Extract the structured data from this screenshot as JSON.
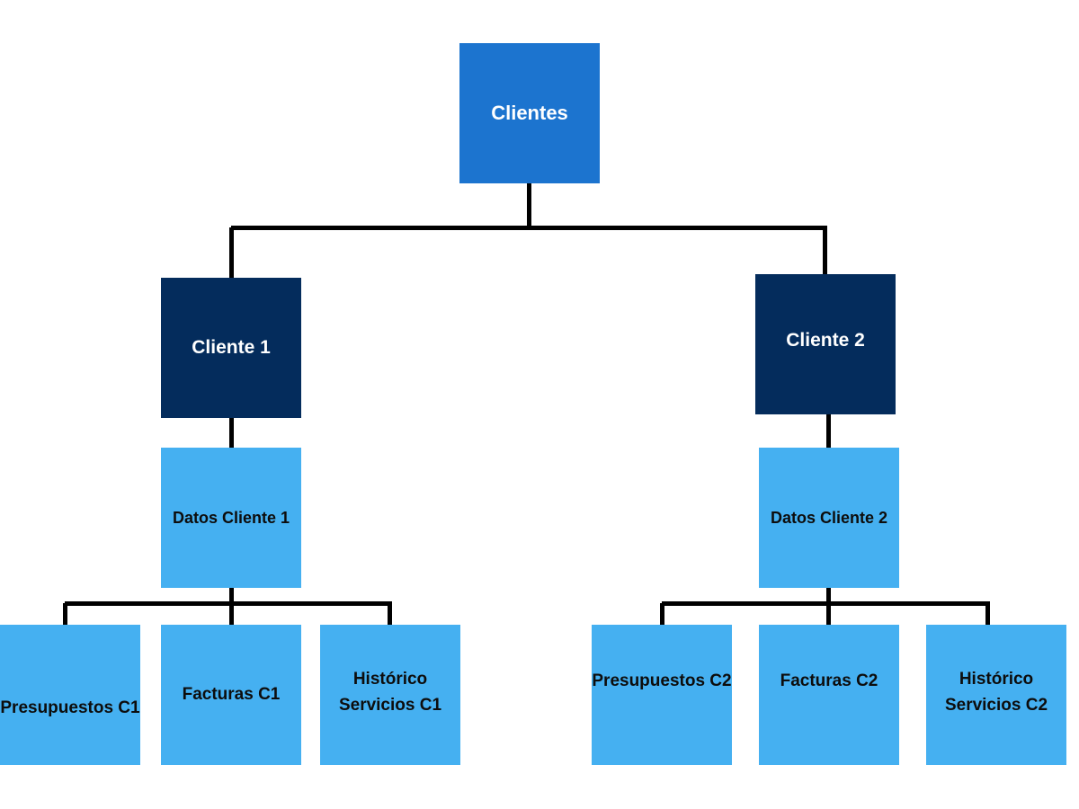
{
  "root": {
    "label": "Clientes"
  },
  "clients": [
    {
      "label": "Cliente 1",
      "data_label": "Datos Cliente 1",
      "children": [
        "Presupuestos C1",
        "Facturas C1",
        "Histórico Servicios C1"
      ]
    },
    {
      "label": "Cliente 2",
      "data_label": "Datos Cliente 2",
      "children": [
        "Presupuestos C2",
        "Facturas C2",
        "Histórico Servicios C2"
      ]
    }
  ],
  "colors": {
    "root": "#1c74cf",
    "client": "#042c5c",
    "data": "#45b0f1",
    "leaf": "#45b0f1",
    "connector": "#000000"
  }
}
